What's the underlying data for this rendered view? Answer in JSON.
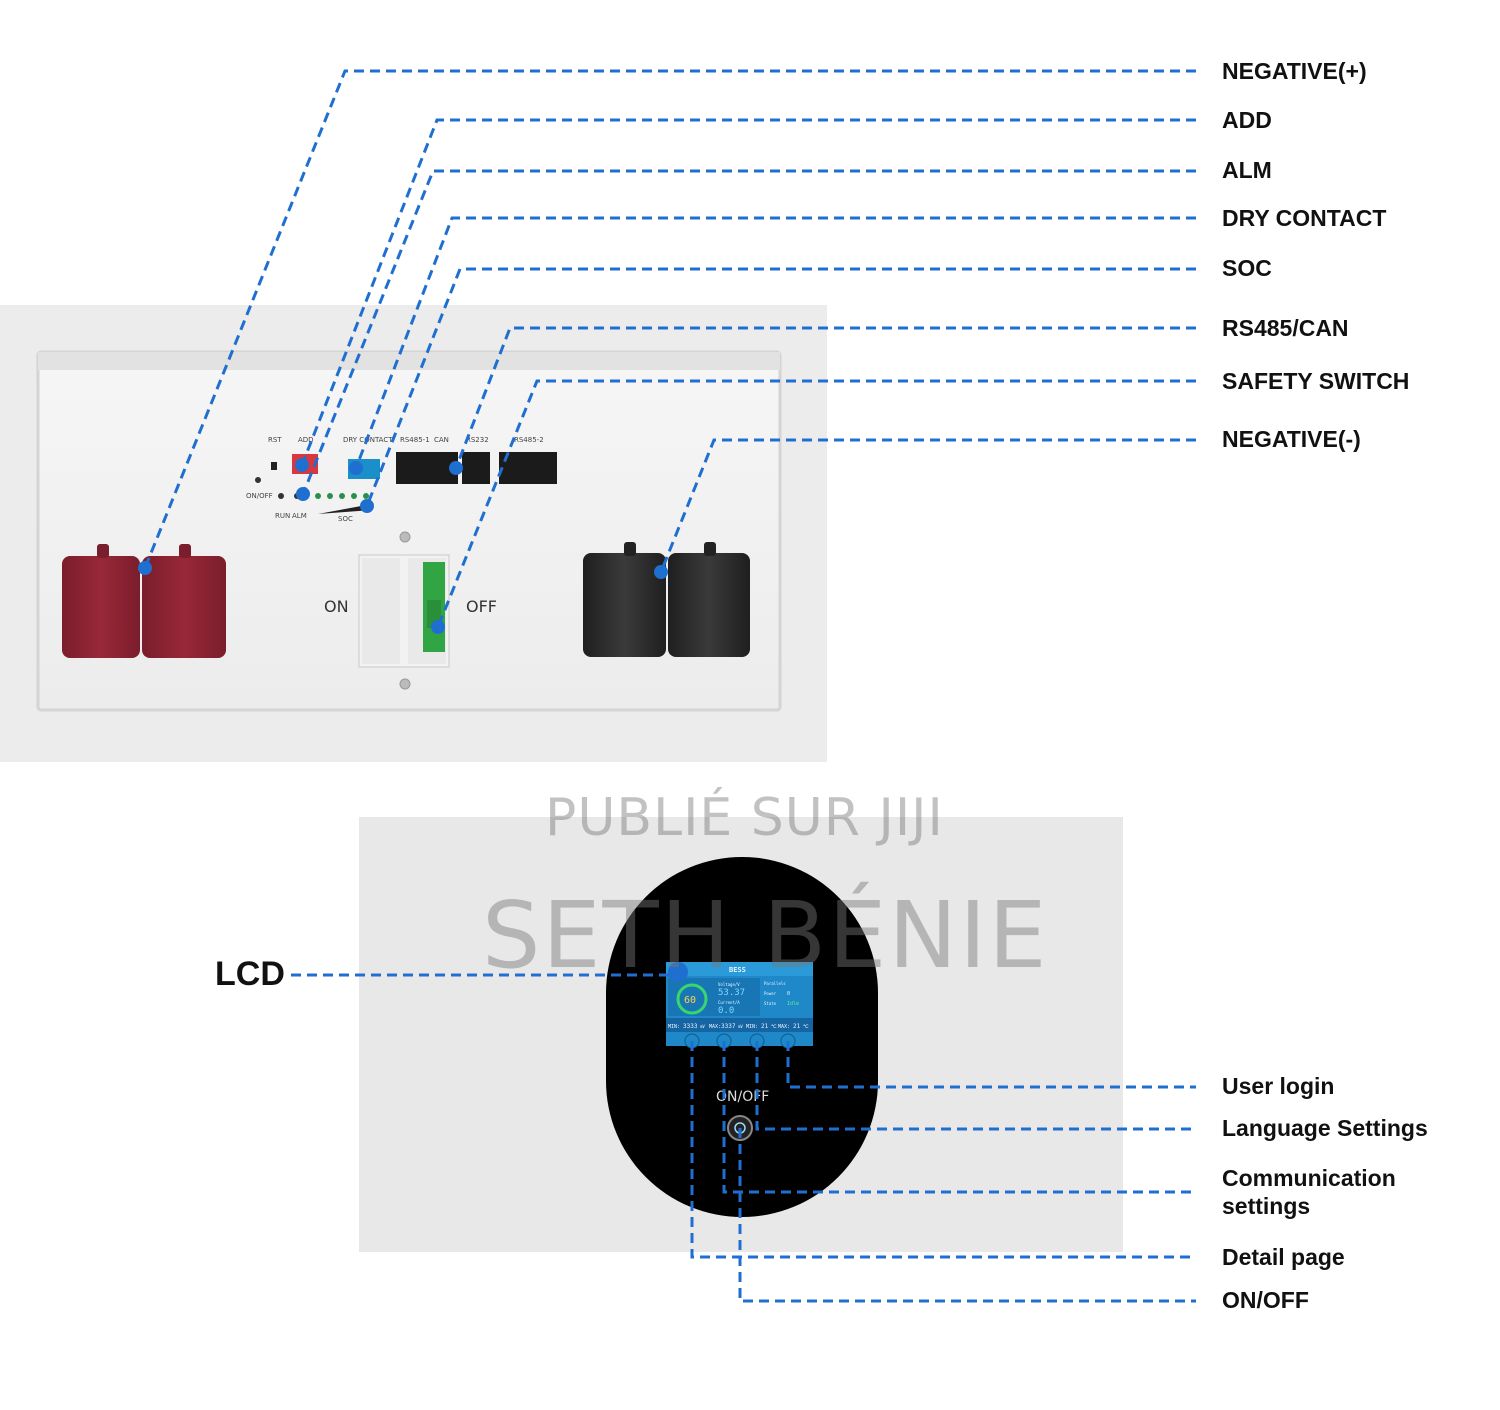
{
  "top_callouts": [
    "NEGATIVE(+)",
    "ADD",
    "ALM",
    "DRY CONTACT",
    "SOC",
    "RS485/CAN",
    "SAFETY SWITCH",
    "NEGATIVE(-)"
  ],
  "bottom_callouts": [
    "User login",
    "Language Settings",
    "Communication settings",
    "Detail page",
    "ON/OFF"
  ],
  "lcd_label": "LCD",
  "panel_text": {
    "rst": "RST",
    "add": "ADD",
    "dry_contact": "DRY CONTACT",
    "rs485_1": "RS485-1",
    "can": "CAN",
    "rs232": "RS232",
    "rs485_2": "RS485-2",
    "on_off": "ON/OFF",
    "run": "RUN",
    "alm": "ALM",
    "soc": "SOC",
    "on": "ON",
    "off": "OFF"
  },
  "display": {
    "brand": "BESS",
    "soc_percent": "60",
    "voltage_label": "Voltage/V",
    "voltage_value": "53.37",
    "current_label": "Current/A",
    "current_value": "0.0",
    "parallels_label": "Parallels",
    "power_label": "Power",
    "power_value": "0",
    "state_label": "State",
    "state_value": "Idle",
    "min_mv": "3333",
    "max_mv": "3337",
    "min_t": "21",
    "max_t": "21",
    "footer_min": "MIN:",
    "footer_max": "MAX:",
    "unit_mv": "mV",
    "unit_c": "℃"
  },
  "button_on_off_label": "ON/OFF",
  "watermark": {
    "line1": "PUBLIÉ SUR JIJI",
    "line2": "SETH BÉNIE"
  },
  "colors": {
    "callout_line": "#1f6fd0",
    "red_terminal": "#8c2233",
    "black_terminal": "#2a2a2a",
    "lcd_bg": "#1e88c8"
  }
}
